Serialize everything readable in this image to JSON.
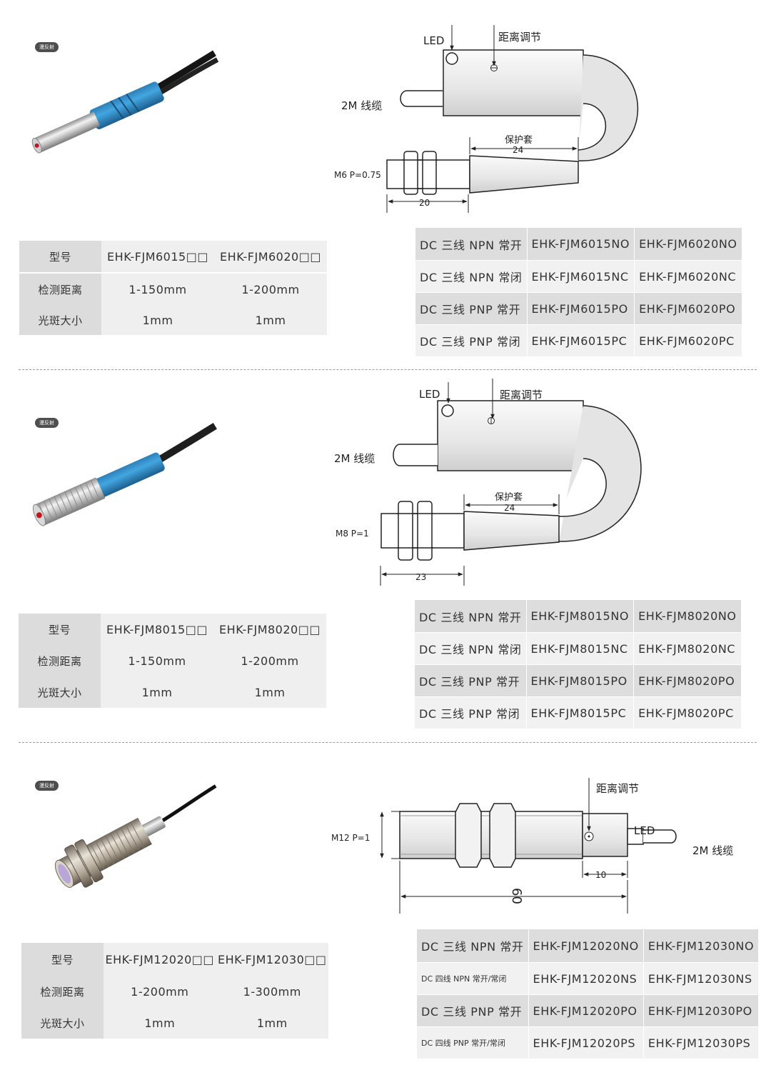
{
  "badge_text": "漫反射",
  "sections": [
    {
      "drawing": {
        "led": "LED",
        "adjust": "距离调节",
        "cable": "2M 线缆",
        "sleeve": "保护套",
        "sleeve_dim": "24",
        "thread": "M6 P=0.75",
        "thread_dim": "20"
      },
      "spec": {
        "header_label": "型号",
        "models": [
          "EHK-FJM6015□□",
          "EHK-FJM6020□□"
        ],
        "rows": [
          {
            "label": "检测距离",
            "values": [
              "1-150mm",
              "1-200mm"
            ]
          },
          {
            "label": "光斑大小",
            "values": [
              "1mm",
              "1mm"
            ]
          }
        ]
      },
      "models": [
        {
          "type": "DC 三线 NPN 常开",
          "a": "EHK-FJM6015NO",
          "b": "EHK-FJM6020NO"
        },
        {
          "type": "DC 三线 NPN 常闭",
          "a": "EHK-FJM6015NC",
          "b": "EHK-FJM6020NC"
        },
        {
          "type": "DC 三线 PNP 常开",
          "a": "EHK-FJM6015PO",
          "b": "EHK-FJM6020PO"
        },
        {
          "type": "DC 三线 PNP 常闭",
          "a": "EHK-FJM6015PC",
          "b": "EHK-FJM6020PC"
        }
      ]
    },
    {
      "drawing": {
        "led": "LED",
        "adjust": "距离调节",
        "cable": "2M 线缆",
        "sleeve": "保护套",
        "sleeve_dim": "24",
        "thread": "M8 P=1",
        "thread_dim": "23"
      },
      "spec": {
        "header_label": "型号",
        "models": [
          "EHK-FJM8015□□",
          "EHK-FJM8020□□"
        ],
        "rows": [
          {
            "label": "检测距离",
            "values": [
              "1-150mm",
              "1-200mm"
            ]
          },
          {
            "label": "光斑大小",
            "values": [
              "1mm",
              "1mm"
            ]
          }
        ]
      },
      "models": [
        {
          "type": "DC 三线 NPN 常开",
          "a": "EHK-FJM8015NO",
          "b": "EHK-FJM8020NO"
        },
        {
          "type": "DC 三线 NPN 常闭",
          "a": "EHK-FJM8015NC",
          "b": "EHK-FJM8020NC"
        },
        {
          "type": "DC 三线 PNP 常开",
          "a": "EHK-FJM8015PO",
          "b": "EHK-FJM8020PO"
        },
        {
          "type": "DC 三线 PNP 常闭",
          "a": "EHK-FJM8015PC",
          "b": "EHK-FJM8020PC"
        }
      ]
    },
    {
      "drawing": {
        "led": "LED",
        "adjust": "距离调节",
        "cable": "2M 线缆",
        "thread": "M12 P=1",
        "led_dim": "10",
        "length_dim": "60"
      },
      "spec": {
        "header_label": "型号",
        "models": [
          "EHK-FJM12020□□",
          "EHK-FJM12030□□"
        ],
        "rows": [
          {
            "label": "检测距离",
            "values": [
              "1-200mm",
              "1-300mm"
            ]
          },
          {
            "label": "光斑大小",
            "values": [
              "1mm",
              "1mm"
            ]
          }
        ]
      },
      "models": [
        {
          "type": "DC 三线 NPN 常开",
          "a": "EHK-FJM12020NO",
          "b": "EHK-FJM12030NO"
        },
        {
          "type": "DC 四线 NPN 常开/常闭",
          "a": "EHK-FJM12020NS",
          "b": "EHK-FJM12030NS"
        },
        {
          "type": "DC 三线 PNP 常开",
          "a": "EHK-FJM12020PO",
          "b": "EHK-FJM12030PO"
        },
        {
          "type": "DC 四线 PNP 常开/常闭",
          "a": "EHK-FJM12020PS",
          "b": "EHK-FJM12030PS"
        }
      ]
    }
  ]
}
